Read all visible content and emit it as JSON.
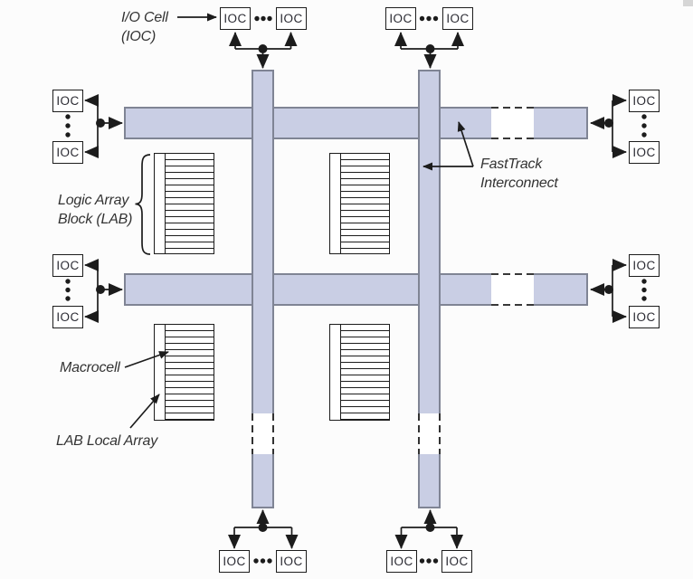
{
  "labels": {
    "ioc_box": "IOC",
    "io_cell": {
      "line1": "I/O Cell",
      "line2": "(IOC)"
    },
    "logic_array_block": {
      "line1": "Logic Array",
      "line2": "Block (LAB)"
    },
    "fasttrack": {
      "line1": "FastTrack",
      "line2": "Interconnect"
    },
    "macrocell": "Macrocell",
    "lab_local_array": "LAB Local Array"
  },
  "colors": {
    "band_fill": "#c9cee4",
    "band_border": "#7f8494",
    "ink": "#1c1c1c",
    "label_ink": "#333333",
    "bg": "#fcfcfc"
  },
  "diagram": {
    "type": "fpga-architecture-block-diagram",
    "fasttrack_rows_shown": 2,
    "fasttrack_columns_shown": 2,
    "lab_blocks_shown": 4,
    "ioc_boxes_shown": 16,
    "macrocell_stripes_per_lab": 16,
    "io_cells_per_group": 2,
    "band_breaks": "dashed white gaps on right end of rows and lower end of columns"
  }
}
